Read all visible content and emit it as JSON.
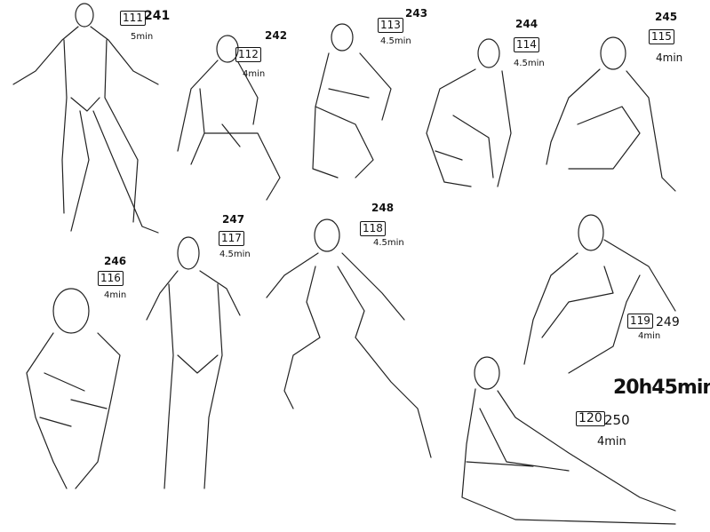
{
  "sketches": [
    {
      "index": "111",
      "number": "241",
      "duration": "5min"
    },
    {
      "index": "112",
      "number": "242",
      "duration": "4min"
    },
    {
      "index": "113",
      "number": "243",
      "duration": "4.5min"
    },
    {
      "index": "114",
      "number": "244",
      "duration": "4.5min"
    },
    {
      "index": "115",
      "number": "245",
      "duration": "4min"
    },
    {
      "index": "116",
      "number": "246",
      "duration": "4min"
    },
    {
      "index": "117",
      "number": "247",
      "duration": "4.5min"
    },
    {
      "index": "118",
      "number": "248",
      "duration": "4.5min"
    },
    {
      "index": "119",
      "number": "249",
      "duration": "4min"
    },
    {
      "index": "120",
      "number": "250",
      "duration": "4min"
    }
  ],
  "total_time": "20h45min"
}
